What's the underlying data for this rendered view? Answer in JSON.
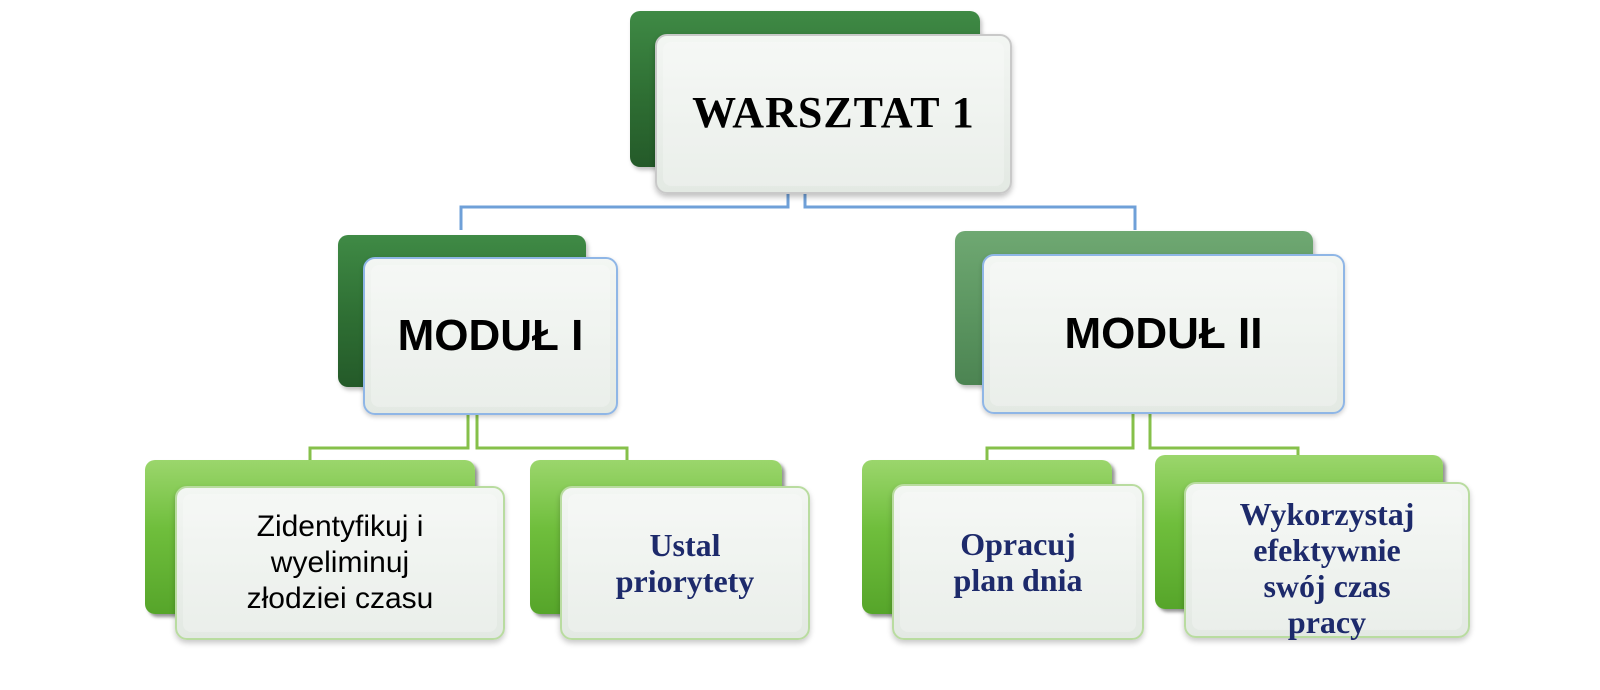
{
  "diagram": {
    "title": "WARSZTAT 1",
    "modules": [
      {
        "label": "MODUŁ I",
        "tasks": [
          {
            "lines": [
              "Zidentyfikuj i",
              "wyeliminuj",
              "złodziei czasu"
            ]
          },
          {
            "lines": [
              "Ustal",
              "priorytety"
            ]
          }
        ]
      },
      {
        "label": "MODUŁ II",
        "tasks": [
          {
            "lines": [
              "Opracuj",
              "plan dnia"
            ]
          },
          {
            "lines": [
              "Wykorzystaj",
              "efektywnie",
              "swój czas",
              "pracy"
            ]
          }
        ]
      }
    ],
    "colors": {
      "connector_top": "#6fa0d8",
      "connector_bottom": "#86c04a",
      "leaf_text_blue": "#1d2a6b"
    }
  }
}
